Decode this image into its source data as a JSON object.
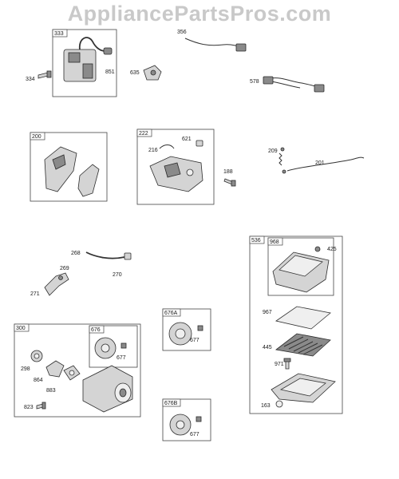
{
  "site": {
    "watermark": "AppliancePartsPros.com"
  },
  "boxes": {
    "b333": "333",
    "b200": "200",
    "b222": "222",
    "b536": "536",
    "b968": "968",
    "b300": "300",
    "b676": "676",
    "b676A": "676A",
    "b676B": "676B"
  },
  "labels": {
    "p334": "334",
    "p851": "851",
    "p635": "635",
    "p356": "356",
    "p578": "578",
    "p216": "216",
    "p621": "621",
    "p188": "188",
    "p209": "209",
    "p201": "201",
    "p268": "268",
    "p269": "269",
    "p270": "270",
    "p271": "271",
    "p425": "425",
    "p967": "967",
    "p445": "445",
    "p971": "971",
    "p163": "163",
    "p298": "298",
    "p864": "864",
    "p883": "883",
    "p823": "823",
    "p677a": "677",
    "p677b": "677",
    "p677c": "677"
  }
}
